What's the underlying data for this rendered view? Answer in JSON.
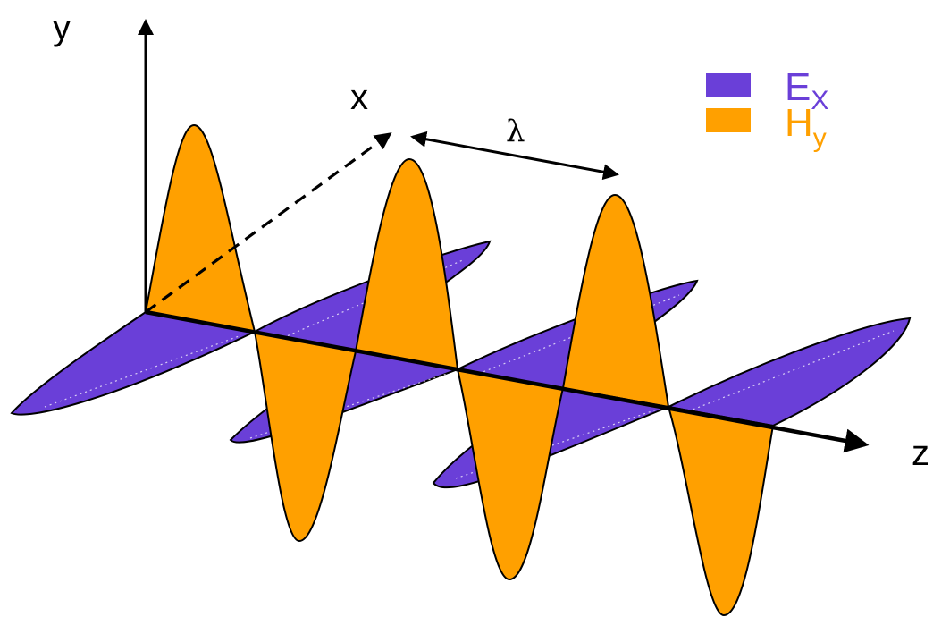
{
  "axes": {
    "y": "y",
    "x": "x",
    "z": "z"
  },
  "wavelength_symbol": "λ",
  "legend": [
    {
      "letter": "E",
      "subscript": "X",
      "color": "#6a3fd8"
    },
    {
      "letter": "H",
      "subscript": "y",
      "color": "#ffa000"
    }
  ],
  "colors": {
    "electric_field": "#6a3fd8",
    "magnetic_field": "#ffa000",
    "outline": "#000000"
  }
}
